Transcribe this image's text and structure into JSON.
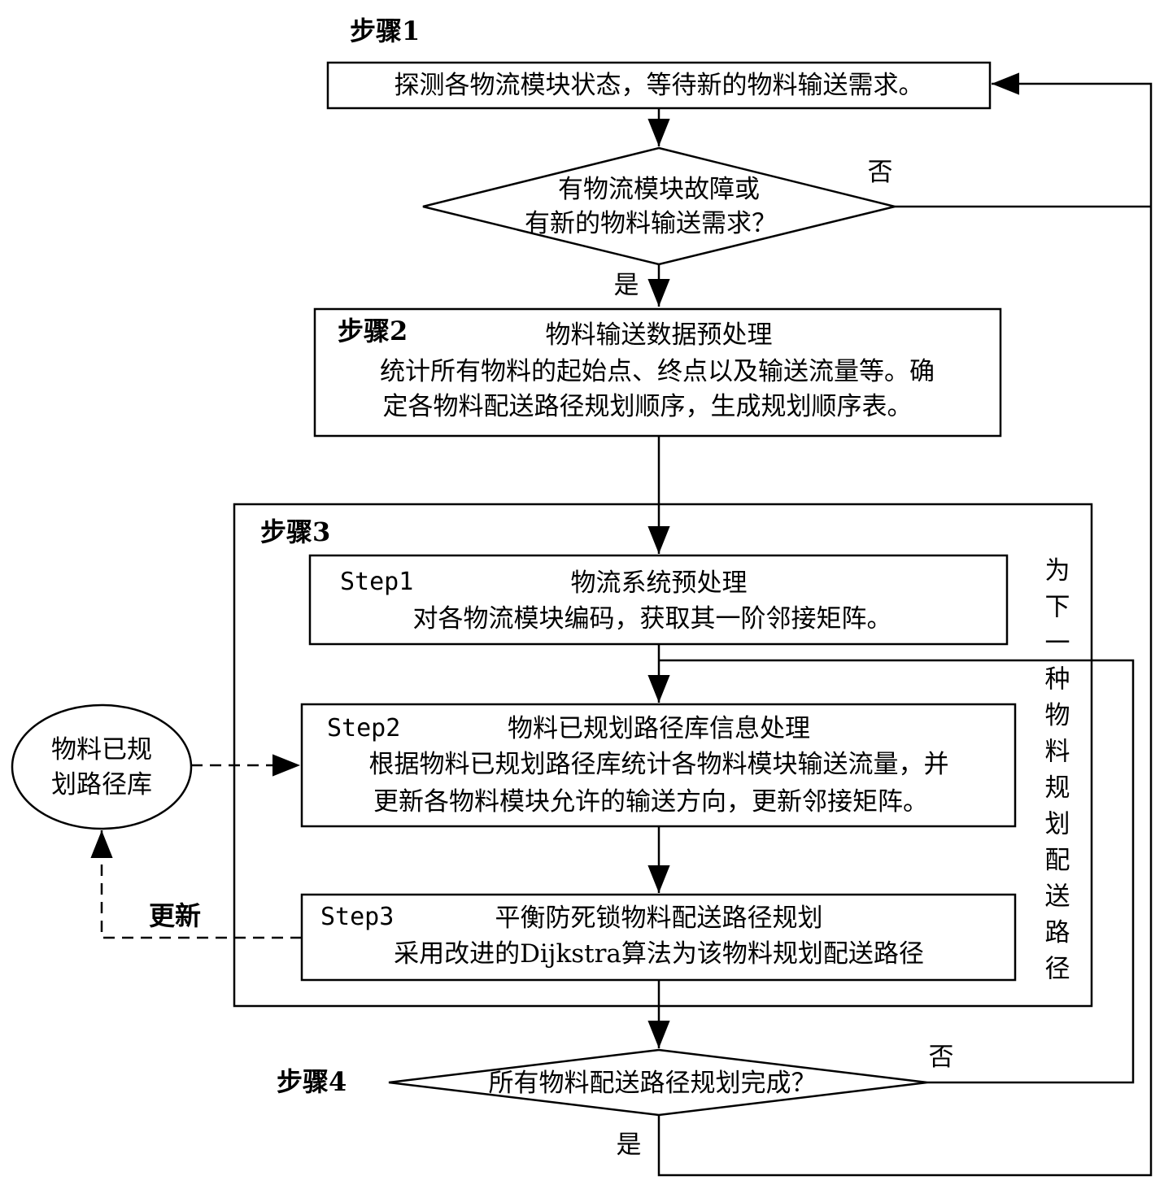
{
  "step1": {
    "label": "步骤1",
    "box_text": "探测各物流模块状态，等待新的物料输送需求。"
  },
  "decision1": {
    "line1": "有物流模块故障或",
    "line2": "有新的物料输送需求？",
    "no_label": "否",
    "yes_label": "是"
  },
  "step2": {
    "label": "步骤2",
    "title": "物料输送数据预处理",
    "line1": "统计所有物料的起始点、终点以及输送流量等。确",
    "line2": "定各物料配送路径规划顺序，生成规划顺序表。"
  },
  "step3": {
    "label": "步骤3",
    "sub1": {
      "label": "Step1",
      "title": "物流系统预处理",
      "line1": "对各物流模块编码，获取其一阶邻接矩阵。"
    },
    "sub2": {
      "label": "Step2",
      "title": "物料已规划路径库信息处理",
      "line1": "根据物料已规划路径库统计各物料模块输送流量，并",
      "line2": "更新各物料模块允许的输送方向，更新邻接矩阵。"
    },
    "sub3": {
      "label": "Step3",
      "title": "平衡防死锁物料配送路径规划",
      "line1": "采用改进的Dijkstra算法为该物料规划配送路径"
    },
    "side_text": [
      "为",
      "下",
      "一",
      "种",
      "物",
      "料",
      "规",
      "划",
      "配",
      "送",
      "路",
      "径"
    ]
  },
  "library": {
    "line1": "物料已规",
    "line2": "划路径库",
    "update_label": "更新"
  },
  "step4": {
    "label": "步骤4",
    "question": "所有物料配送路径规划完成？",
    "no_label": "否",
    "yes_label": "是"
  }
}
